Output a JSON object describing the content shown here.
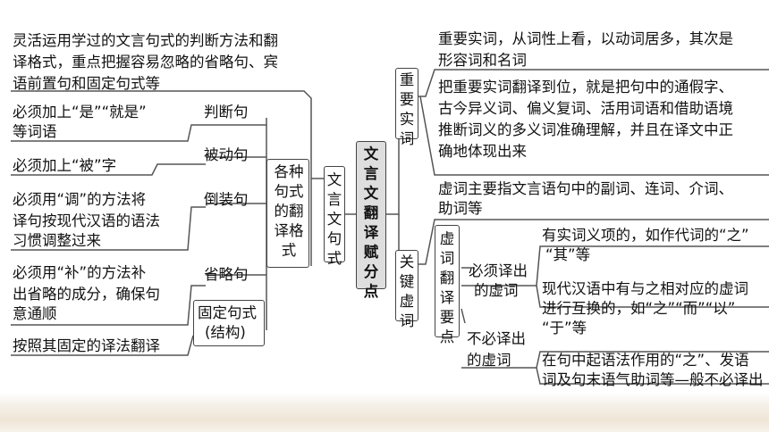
{
  "center_title": "文言文翻译赋分点",
  "left": {
    "branch_title": "文言文句式",
    "sub_title": "各种句式的翻译格式",
    "intro_lines": [
      "灵活运用学过的文言句式的判断方法和翻",
      "译格式，重点把握容易忽略的省略句、宾",
      "语前置句和固定句式等"
    ],
    "items": [
      {
        "label": "判断句",
        "desc": [
          "必须加上“是”“就是”",
          "等词语"
        ]
      },
      {
        "label": "被动句",
        "desc": [
          "必须加上“被”字"
        ]
      },
      {
        "label": "倒装句",
        "desc": [
          "必须用“调”的方法将",
          "译句按现代汉语的语法",
          "习惯调整过来"
        ]
      },
      {
        "label": "省略句",
        "desc": [
          "必须用“补”的方法补",
          "出省略的成分，确保句",
          "意通顺"
        ]
      },
      {
        "label": [
          "固定句式",
          "(结构)"
        ],
        "desc": [
          "按照其固定的译法翻译"
        ]
      }
    ]
  },
  "right": {
    "top": {
      "title": "重要实词",
      "para1": [
        "重要实词，从词性上看，以动词居多，其次是",
        "形容词和名词"
      ],
      "para2": [
        "把重要实词翻译到位，就是把句中的通假字、",
        "古今异义词、偏义复词、活用词语和借助语境",
        "推断词义的多义词准确理解，并且在译文中正",
        "确地体现出来"
      ]
    },
    "bottom": {
      "title": "关键虚词",
      "intro": [
        "虚词主要指文言语句中的副词、连词、介词、",
        "助词等"
      ],
      "sub_title": "虚词翻译要点",
      "must": {
        "label": [
          "必须译出",
          "的虚词"
        ],
        "items": [
          [
            "有实词义项的，如作代词的“之”",
            "“其”等"
          ],
          [
            "现代汉语中有与之相对应的虚词",
            "进行互换的，如“之”“而”“以”",
            "“于”等"
          ]
        ]
      },
      "need_not": {
        "label": [
          "不必译出",
          "的虚词"
        ],
        "items": [
          [
            "在句中起语法作用的“之”、发语",
            "词及句末语气助词等—般不必译出"
          ]
        ]
      }
    }
  }
}
